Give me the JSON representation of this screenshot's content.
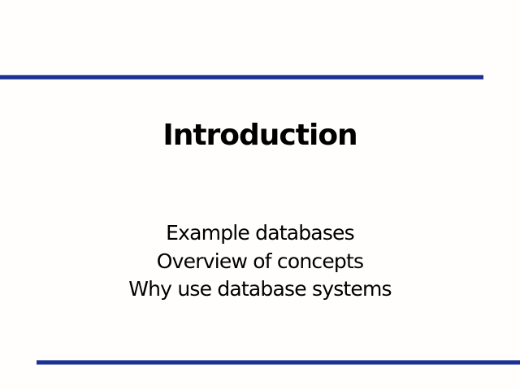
{
  "slide": {
    "title": "Introduction",
    "body_lines": [
      "Example databases",
      "Overview of concepts",
      "Why use database systems"
    ],
    "colors": {
      "rule": "#1c3192",
      "rule_edge": "#c3cce9",
      "text": "#000000",
      "background": "#fffefc"
    }
  }
}
